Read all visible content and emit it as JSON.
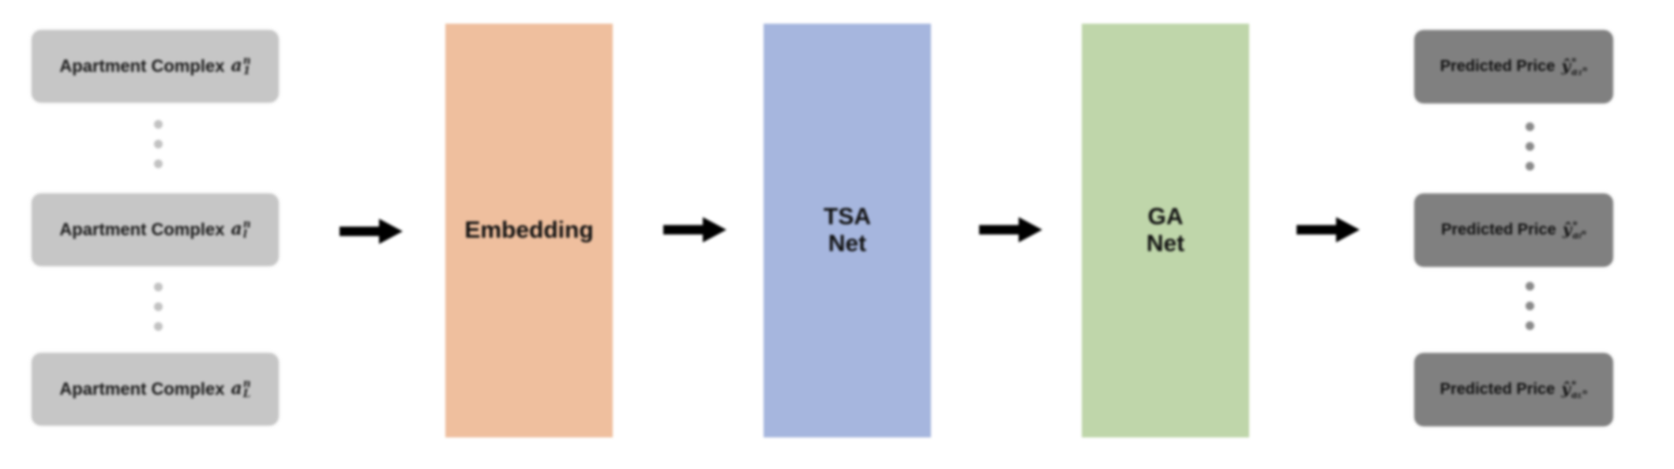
{
  "inputs": [
    {
      "label": "Apartment Complex",
      "symbol": "a",
      "sup": "n",
      "sub": "1"
    },
    {
      "label": "Apartment Complex",
      "symbol": "a",
      "sup": "n",
      "sub": "l"
    },
    {
      "label": "Apartment Complex",
      "symbol": "a",
      "sup": "n",
      "sub": "L"
    }
  ],
  "blocks": {
    "embedding": "Embedding",
    "tsa": "TSA\nNet",
    "ga": "GA\nNet"
  },
  "outputs": [
    {
      "label": "Predicted Price",
      "symbol": "ŷ",
      "sup": "*",
      "sub": "a",
      "subsub": "1",
      "subsup": "n"
    },
    {
      "label": "Predicted Price",
      "symbol": "ŷ",
      "sup": "*",
      "sub": "a",
      "subsub": "l",
      "subsup": "n"
    },
    {
      "label": "Predicted Price",
      "symbol": "ŷ",
      "sup": "*",
      "sub": "a",
      "subsub": "L",
      "subsup": "n"
    }
  ],
  "colors": {
    "input_box": "#c6c6c6",
    "output_box": "#808080",
    "embedding": "#efbf9e",
    "tsa_net": "#a6b6de",
    "ga_net": "#bfd6aa",
    "arrow": "#000000"
  }
}
